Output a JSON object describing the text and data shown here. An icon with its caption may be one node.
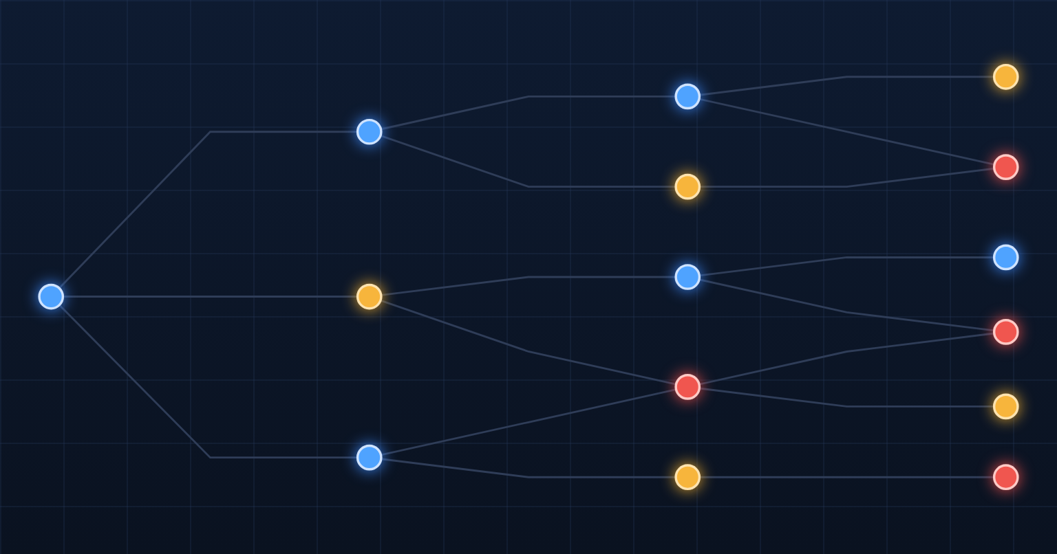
{
  "diagram": {
    "nodes": [
      {
        "text": [],
        "shape": "circle"
      },
      {
        "text": [],
        "shape": "circle"
      },
      {
        "text": [],
        "shape": "circle"
      },
      {
        "text": [],
        "shape": "circle"
      },
      {
        "text": [],
        "shape": "circle"
      },
      {
        "text": [],
        "shape": "circle"
      },
      {
        "text": [],
        "shape": "circle"
      },
      {
        "text": [],
        "shape": "circle"
      },
      {
        "text": [],
        "shape": "circle"
      },
      {
        "text": [],
        "shape": "circle"
      },
      {
        "text": [],
        "shape": "circle"
      },
      {
        "text": [],
        "shape": "circle"
      },
      {
        "text": [],
        "shape": "circle"
      },
      {
        "text": [],
        "shape": "circle"
      },
      {
        "text": [],
        "shape": "circle"
      }
    ],
    "edges": [
      {
        "from": 0,
        "to": 1,
        "arrow": "none"
      },
      {
        "from": 0,
        "to": 2,
        "arrow": "none"
      },
      {
        "from": 0,
        "to": 3,
        "arrow": "none"
      },
      {
        "from": 1,
        "to": 4,
        "arrow": "none"
      },
      {
        "from": 1,
        "to": 5,
        "arrow": "none"
      },
      {
        "from": 2,
        "to": 6,
        "arrow": "none"
      },
      {
        "from": 2,
        "to": 7,
        "arrow": "none"
      },
      {
        "from": 3,
        "to": 7,
        "arrow": "none"
      },
      {
        "from": 3,
        "to": 8,
        "arrow": "none"
      },
      {
        "from": 4,
        "to": 9,
        "arrow": "none"
      },
      {
        "from": 4,
        "to": 10,
        "arrow": "none"
      },
      {
        "from": 5,
        "to": 10,
        "arrow": "none"
      },
      {
        "from": 6,
        "to": 11,
        "arrow": "none"
      },
      {
        "from": 6,
        "to": 12,
        "arrow": "none"
      },
      {
        "from": 7,
        "to": 12,
        "arrow": "none"
      },
      {
        "from": 7,
        "to": 13,
        "arrow": "none"
      },
      {
        "from": 8,
        "to": 14,
        "arrow": "none"
      }
    ]
  }
}
